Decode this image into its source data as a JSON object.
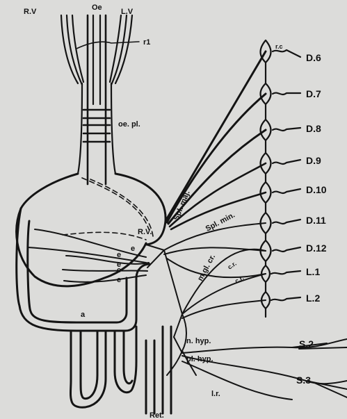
{
  "figure": {
    "top_labels": {
      "right_vagus": "R.V",
      "oesophagus": "Oe",
      "left_vagus": "L.V",
      "branch": "r1"
    },
    "oesophageal_plexus": "oe. pl.",
    "nerves": {
      "splanchnic_major": "Spl. maj.",
      "splanchnic_minor": "Spl. min.",
      "mesenteric_ganglion": "m.gl. cr.",
      "cr_upper": "c.r.",
      "cr_lower": "c.r.",
      "right_vagus_coeliac": "R.V.",
      "rami_communicantes": "r.c",
      "n_hyp": "n. hyp.",
      "pl_hyp": "pl. hyp.",
      "lr": "l.r.",
      "rectum": "Ret."
    },
    "stomach_labels": [
      "e",
      "e",
      "e",
      "e",
      "e"
    ],
    "intestine_label": "a",
    "segments": [
      "D.6",
      "D.7",
      "D.8",
      "D.9",
      "D.10",
      "D.11",
      "D.12",
      "L.1",
      "L.2"
    ],
    "sacral": [
      "S.2",
      "S.3"
    ]
  }
}
